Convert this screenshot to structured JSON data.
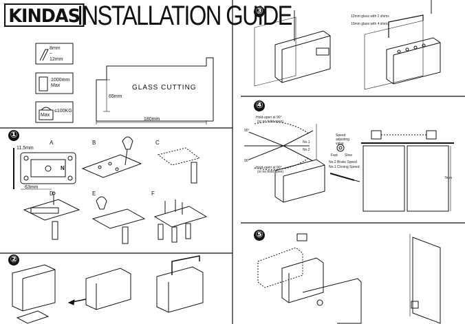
{
  "header": {
    "brand": "KINDAS",
    "title": "INSTALLATION GUIDE"
  },
  "specs": {
    "glass_thickness": "8mm\n~\n12mm",
    "glass_width": "1000mm\nMax",
    "weight_max": "Max",
    "weight_value": "≤100KG",
    "glass_cutting_label": "GLASS CUTTING",
    "dim_height": "65mm",
    "dim_width": "180mm"
  },
  "steps": {
    "s1": "①",
    "s2": "②",
    "s3": "③",
    "s4": "④",
    "s5": "⑤"
  },
  "step1": {
    "labels": [
      "A",
      "B",
      "C",
      "D",
      "E",
      "F"
    ],
    "dim_a": "11.5mm",
    "dim_b": "63mm",
    "marker": "N"
  },
  "step3": {
    "note1": "12mm glass with 2 shims",
    "note2": "10mm glass with 4 shims"
  },
  "step4": {
    "hold_open_top": "Hold-open at 90°",
    "hold_open_top_sub": "(or no hold open)",
    "hold_open_bottom": "Hold-open at 90°",
    "hold_open_bottom_sub": "(or no hold open)",
    "angle_left": "90°",
    "angle_right": "90°",
    "no1": "No.1",
    "no2": "No.2",
    "speed_label": "Speed adjusting valve",
    "fast": "Fast",
    "slow": "Slow",
    "no2_speed": "No.2 Brake Speed",
    "no1_speed": "No.1 Closing Speed",
    "side_dim": "7mm"
  }
}
